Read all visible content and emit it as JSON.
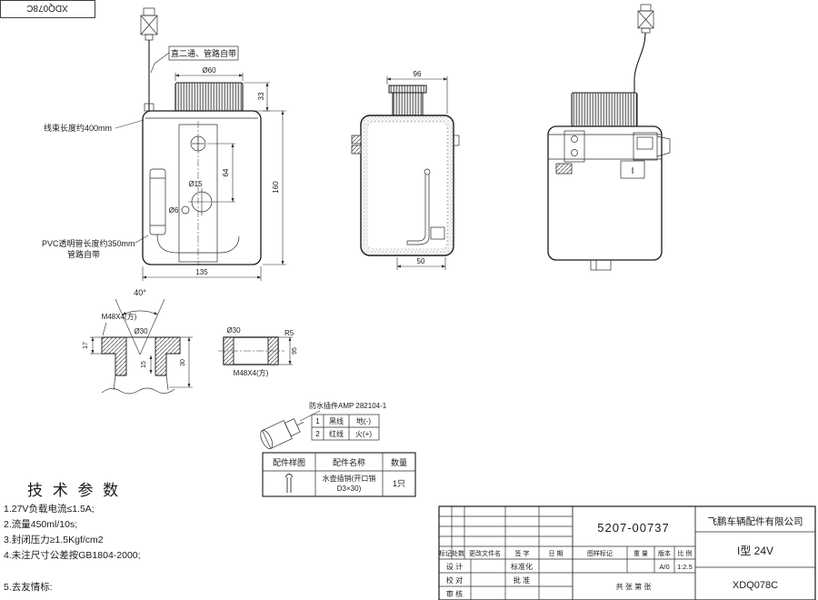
{
  "corner": {
    "code": "XDQ078C"
  },
  "front": {
    "tube_label": "直二通、管路自带",
    "harness_label": "线束长度约400mm",
    "pvc_label1": "PVC透明管长度约350mm",
    "pvc_label2": "管路自带",
    "dim_cap_dia": "Ø60",
    "dim_cap_h": "33",
    "dim_height": "160",
    "dim_64": "64",
    "dim_hole15": "Ø15",
    "dim_hole6": "Ø6",
    "dim_width": "135"
  },
  "side": {
    "dim_top": "96",
    "dim_bottom": "50"
  },
  "back": {
    "plate": "I"
  },
  "cap_section": {
    "angle": "40°",
    "thread": "M48X4(方)",
    "bore": "Ø30",
    "dim_17": "17",
    "dim_15": "15",
    "dim_30": "30"
  },
  "plug": {
    "dia": "Ø30",
    "radius": "R5",
    "thread": "M48X4(方)",
    "dim_h": "95"
  },
  "connector": {
    "title": "防水插件AMP 282104-1",
    "rows": [
      {
        "no": "1",
        "wire": "黑线",
        "pol": "地(-)"
      },
      {
        "no": "2",
        "wire": "红线",
        "pol": "火(+)"
      }
    ]
  },
  "parts": {
    "h_sample": "配件样图",
    "h_name": "配件名称",
    "h_qty": "数量",
    "name_line1": "水壶插销(开口销",
    "name_line2": "D3×30)",
    "qty": "1只"
  },
  "tech": {
    "title": "技 术 参 数",
    "items": [
      "1.27V负载电流≤1.5A;",
      "2.流量450ml/10s;",
      "3.封闭压力≥1.5Kgf/cm2",
      "4.未注尺寸公差按GB1804-2000;",
      "5.去友情标:"
    ]
  },
  "tb": {
    "part_number": "5207-00737",
    "company": "飞鹏车辆配件有限公司",
    "model": "I型 24V",
    "drawing_no": "XDQ078C",
    "h_mark": "标记",
    "h_count": "处数",
    "h_file": "更改文件名",
    "h_sign": "签 字",
    "h_date": "日 期",
    "design": "设 计",
    "standard": "标准化",
    "check": "校 对",
    "approve": "批 准",
    "review": "审 核",
    "h_sample_mark": "图样标记",
    "h_weight": "重 量",
    "h_version": "版本",
    "h_scale": "比 例",
    "version": "A/0",
    "scale": "1:2.5",
    "sheet": "共  张  第  张"
  }
}
